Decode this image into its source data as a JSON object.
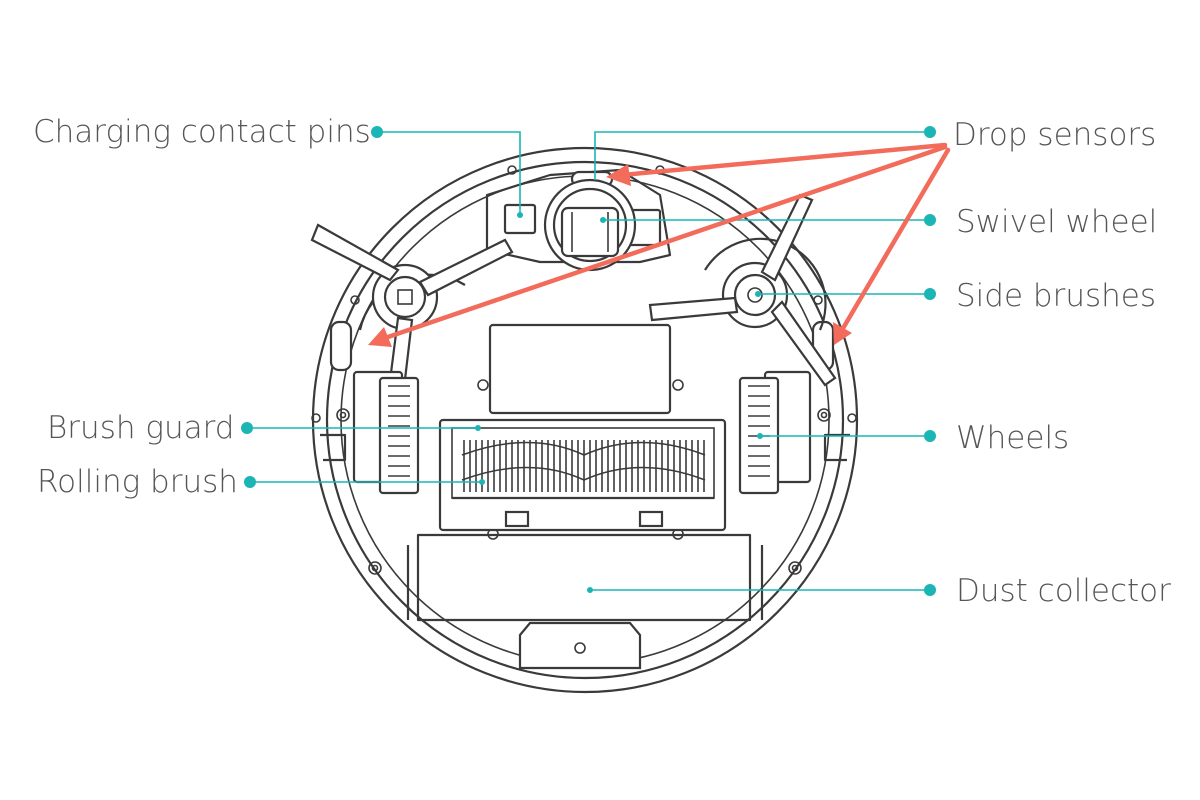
{
  "labels": {
    "charging_contact_pins": "Charging contact pins",
    "drop_sensors": "Drop sensors",
    "swivel_wheel": "Swivel wheel",
    "side_brushes": "Side brushes",
    "brush_guard": "Brush guard",
    "rolling_brush": "Rolling brush",
    "wheels": "Wheels",
    "dust_collector": "Dust collector"
  },
  "colors": {
    "leader": "#1cb5b5",
    "arrow": "#f26b5b",
    "ink": "#3a3a3a",
    "text": "#555555"
  }
}
